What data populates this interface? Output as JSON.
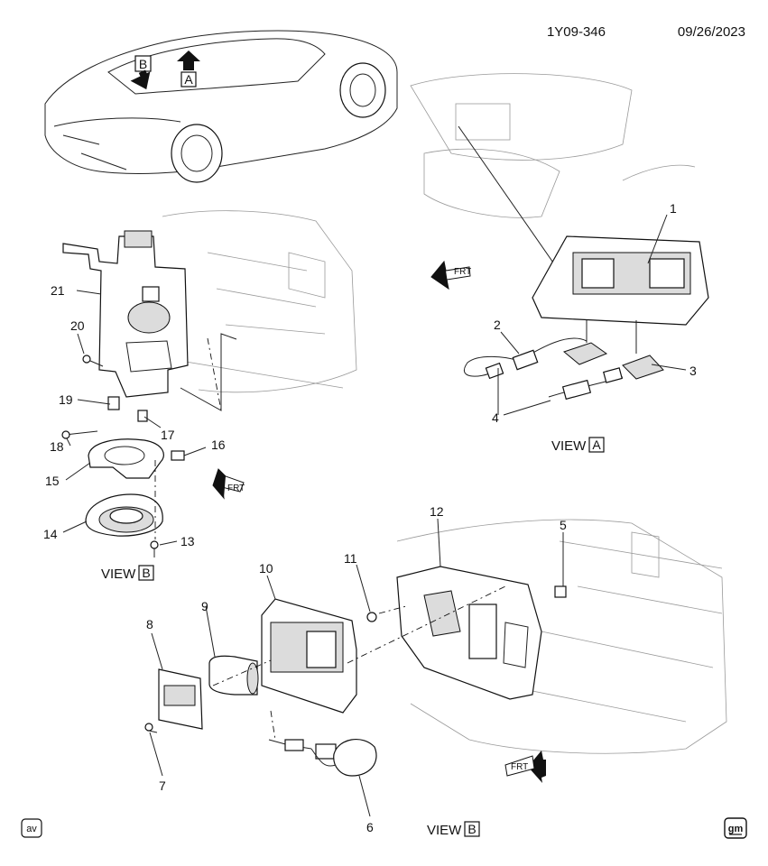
{
  "header": {
    "drawing_id": "1Y09-346",
    "date": "09/26/2023"
  },
  "arrows": {
    "a_letter": "A",
    "b_letter": "B",
    "frt_label": "FRT"
  },
  "views": {
    "view_a": {
      "word": "VIEW",
      "letter": "A"
    },
    "view_b_left": {
      "word": "VIEW",
      "letter": "B"
    },
    "view_b_bottom": {
      "word": "VIEW",
      "letter": "B"
    }
  },
  "callouts": [
    "1",
    "2",
    "3",
    "4",
    "5",
    "6",
    "7",
    "8",
    "9",
    "10",
    "11",
    "12",
    "13",
    "14",
    "15",
    "16",
    "17",
    "18",
    "19",
    "20",
    "21"
  ],
  "badges": {
    "left": "av",
    "right": "gm"
  },
  "icons": [
    "arrow-up-icon",
    "arrow-down-icon",
    "frt-arrow-icon",
    "gm-logo-icon",
    "av-badge-icon"
  ]
}
